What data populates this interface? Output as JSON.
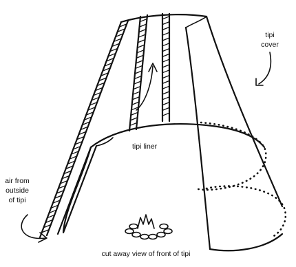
{
  "labels": {
    "tipi_cover": [
      "tipi",
      "cover"
    ],
    "tipi_liner": "tipi liner",
    "air_from_outside": [
      "air from",
      "outside",
      "of tipi"
    ],
    "caption": "cut away view of front of tipi"
  },
  "colors": {
    "ink": "#111111",
    "background": "#ffffff"
  }
}
